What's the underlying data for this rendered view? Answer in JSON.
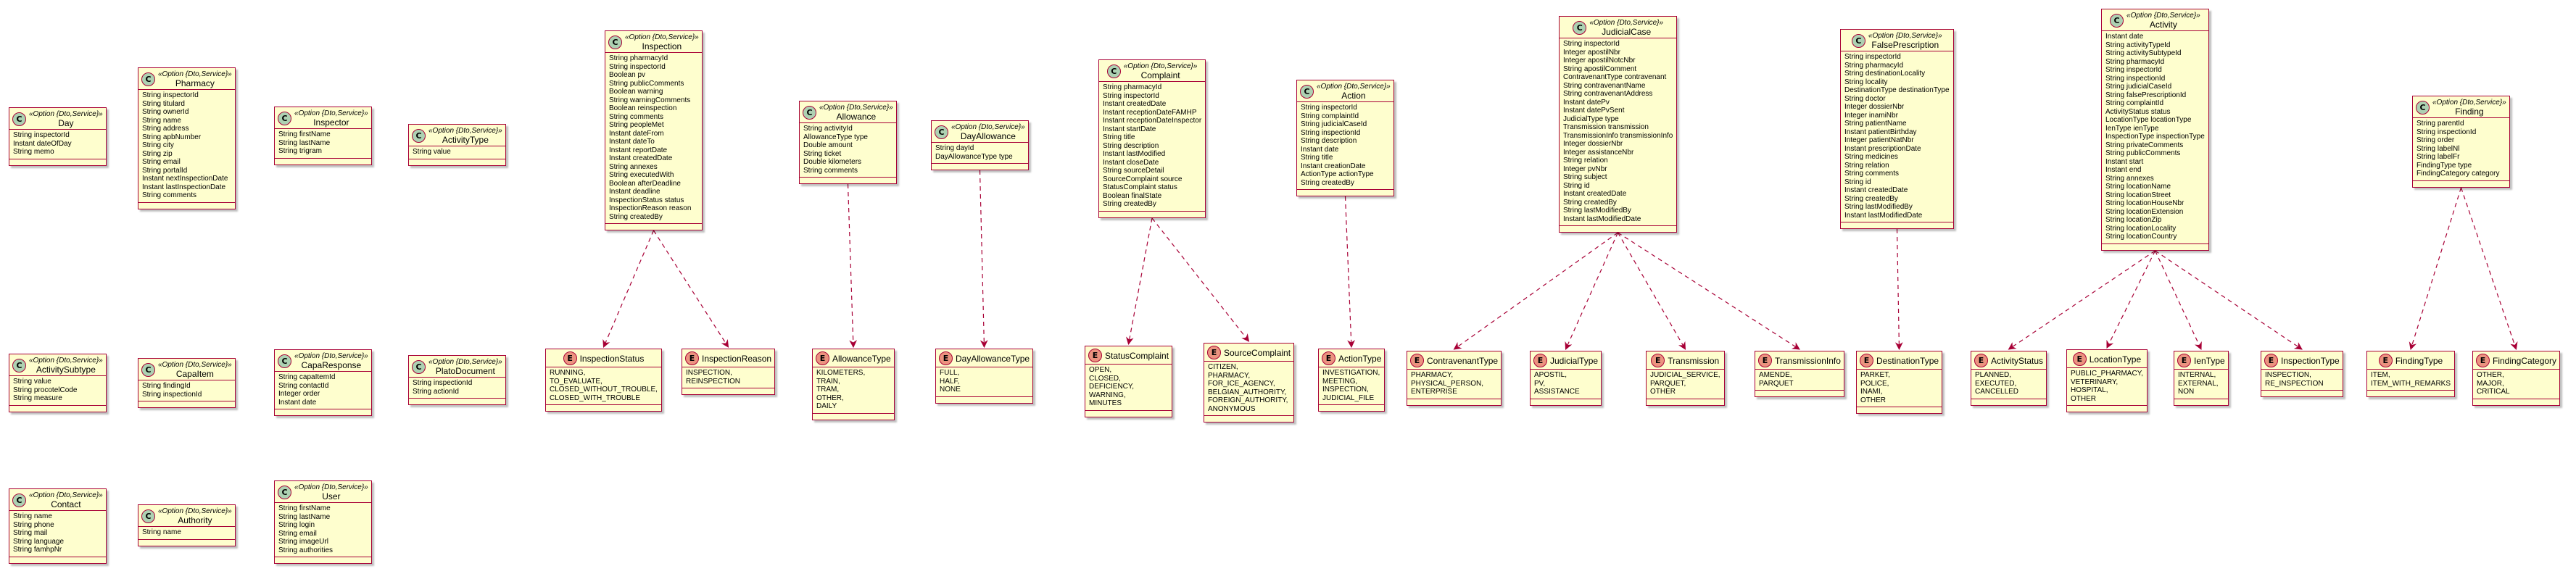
{
  "nodes": [
    {
      "id": "day",
      "type": "class",
      "stereotype": "«Option {Dto,Service}»",
      "name": "Day",
      "fields": [
        "String inspectorId",
        "Instant dateOfDay",
        "String memo"
      ]
    },
    {
      "id": "pharmacy",
      "type": "class",
      "stereotype": "«Option {Dto,Service}»",
      "name": "Pharmacy",
      "fields": [
        "String inspectorId",
        "String titulard",
        "String ownerId",
        "String name",
        "String address",
        "String apbNumber",
        "String city",
        "String zip",
        "String email",
        "String portalId",
        "Instant nextInspectionDate",
        "Instant lastInspectionDate",
        "String comments"
      ]
    },
    {
      "id": "inspector",
      "type": "class",
      "stereotype": "«Option {Dto,Service}»",
      "name": "Inspector",
      "fields": [
        "String firstName",
        "String lastName",
        "String trigram"
      ]
    },
    {
      "id": "activitytype",
      "type": "class",
      "stereotype": "«Option {Dto,Service}»",
      "name": "ActivityType",
      "fields": [
        "String value"
      ]
    },
    {
      "id": "inspection",
      "type": "class",
      "stereotype": "«Option {Dto,Service}»",
      "name": "Inspection",
      "fields": [
        "String pharmacyId",
        "String inspectorId",
        "Boolean pv",
        "String publicComments",
        "Boolean warning",
        "String warningComments",
        "Boolean reinspection",
        "String comments",
        "String peopleMet",
        "Instant dateFrom",
        "Instant dateTo",
        "Instant reportDate",
        "Instant createdDate",
        "String annexes",
        "String executedWith",
        "Boolean afterDeadline",
        "Instant deadline",
        "InspectionStatus status",
        "InspectionReason reason",
        "String createdBy"
      ]
    },
    {
      "id": "allowance",
      "type": "class",
      "stereotype": "«Option {Dto,Service}»",
      "name": "Allowance",
      "fields": [
        "String activityId",
        "AllowanceType type",
        "Double amount",
        "String ticket",
        "Double kilometers",
        "String comments"
      ]
    },
    {
      "id": "dayallowance",
      "type": "class",
      "stereotype": "«Option {Dto,Service}»",
      "name": "DayAllowance",
      "fields": [
        "String dayId",
        "DayAllowanceType type"
      ]
    },
    {
      "id": "complaint",
      "type": "class",
      "stereotype": "«Option {Dto,Service}»",
      "name": "Complaint",
      "fields": [
        "String pharmacyId",
        "String inspectorId",
        "Instant createdDate",
        "Instant receptionDateFAMHP",
        "Instant receptionDateInspector",
        "Instant startDate",
        "String title",
        "String description",
        "Instant lastModified",
        "Instant closeDate",
        "String sourceDetail",
        "SourceComplaint source",
        "StatusComplaint status",
        "Boolean finalState",
        "String createdBy"
      ]
    },
    {
      "id": "action",
      "type": "class",
      "stereotype": "«Option {Dto,Service}»",
      "name": "Action",
      "fields": [
        "String inspectorId",
        "String complaintId",
        "String judicialCaseId",
        "String inspectionId",
        "String description",
        "Instant date",
        "String title",
        "Instant creationDate",
        "ActionType actionType",
        "String createdBy"
      ]
    },
    {
      "id": "judicialcase",
      "type": "class",
      "stereotype": "«Option {Dto,Service}»",
      "name": "JudicialCase",
      "fields": [
        "String inspectorId",
        "Integer apostilNbr",
        "Integer apostilNotcNbr",
        "String apostilComment",
        "ContravenantType contravenant",
        "String contravenantName",
        "String contravenantAddress",
        "Instant datePv",
        "Instant datePvSent",
        "JudicialType type",
        "Transmission transmission",
        "TransmissionInfo transmissionInfo",
        "Integer dossierNbr",
        "Integer assistanceNbr",
        "String relation",
        "Integer pvNbr",
        "String subject",
        "String id",
        "Instant createdDate",
        "String createdBy",
        "String lastModifiedBy",
        "Instant lastModifiedDate"
      ]
    },
    {
      "id": "falseprescription",
      "type": "class",
      "stereotype": "«Option {Dto,Service}»",
      "name": "FalsePrescription",
      "fields": [
        "String inspectorId",
        "String pharmacyId",
        "String destinationLocality",
        "String locality",
        "DestinationType destinationType",
        "String doctor",
        "Integer dossierNbr",
        "Integer inamiNbr",
        "String patientName",
        "Instant patientBirthday",
        "Integer patientNatNbr",
        "Instant prescriptionDate",
        "String medicines",
        "String relation",
        "String comments",
        "String id",
        "Instant createdDate",
        "String createdBy",
        "String lastModifiedBy",
        "Instant lastModifiedDate"
      ]
    },
    {
      "id": "activity",
      "type": "class",
      "stereotype": "«Option {Dto,Service}»",
      "name": "Activity",
      "fields": [
        "Instant date",
        "String activityTypeId",
        "String activitySubtypeId",
        "String pharmacyId",
        "String inspectorId",
        "String inspectionId",
        "String judicialCaseId",
        "String falsePrescriptionId",
        "String complaintId",
        "ActivityStatus status",
        "LocationType locationType",
        "IenType ienType",
        "InspectionType inspectionType",
        "String privateComments",
        "String publicComments",
        "Instant start",
        "Instant end",
        "String annexes",
        "String locationName",
        "String locationStreet",
        "String locationHouseNbr",
        "String locationExtension",
        "String locationZip",
        "String locationLocality",
        "String locationCountry"
      ]
    },
    {
      "id": "finding",
      "type": "class",
      "stereotype": "«Option {Dto,Service}»",
      "name": "Finding",
      "fields": [
        "String parentId",
        "String inspectionId",
        "String order",
        "String labelNl",
        "String labelFr",
        "FindingType type",
        "FindingCategory category"
      ]
    },
    {
      "id": "activitysubtype",
      "type": "class",
      "stereotype": "«Option {Dto,Service}»",
      "name": "ActivitySubtype",
      "fields": [
        "String value",
        "String procotelCode",
        "String measure"
      ]
    },
    {
      "id": "capaitem",
      "type": "class",
      "stereotype": "«Option {Dto,Service}»",
      "name": "CapaItem",
      "fields": [
        "String findingId",
        "String inspectionId"
      ]
    },
    {
      "id": "caparesponse",
      "type": "class",
      "stereotype": "«Option {Dto,Service}»",
      "name": "CapaResponse",
      "fields": [
        "String capaItemId",
        "String contactId",
        "Integer order",
        "Instant date"
      ]
    },
    {
      "id": "platodocument",
      "type": "class",
      "stereotype": "«Option {Dto,Service}»",
      "name": "PlatoDocument",
      "fields": [
        "String inspectionId",
        "String actionId"
      ]
    },
    {
      "id": "inspectionstatus",
      "type": "enum",
      "name": "InspectionStatus",
      "fields": [
        "RUNNING,",
        "TO_EVALUATE,",
        "CLOSED_WITHOUT_TROUBLE,",
        "CLOSED_WITH_TROUBLE"
      ]
    },
    {
      "id": "inspectionreason",
      "type": "enum",
      "name": "InspectionReason",
      "fields": [
        "INSPECTION,",
        "REINSPECTION"
      ]
    },
    {
      "id": "allowancetype",
      "type": "enum",
      "name": "AllowanceType",
      "fields": [
        "KILOMETERS,",
        "TRAIN,",
        "TRAM,",
        "OTHER,",
        "DAILY"
      ]
    },
    {
      "id": "dayallowancetype",
      "type": "enum",
      "name": "DayAllowanceType",
      "fields": [
        "FULL,",
        "HALF,",
        "NONE"
      ]
    },
    {
      "id": "statuscomplaint",
      "type": "enum",
      "name": "StatusComplaint",
      "fields": [
        "OPEN,",
        "CLOSED,",
        "DEFICIENCY,",
        "WARNING,",
        "MINUTES"
      ]
    },
    {
      "id": "sourcecomplaint",
      "type": "enum",
      "name": "SourceComplaint",
      "fields": [
        "CITIZEN,",
        "PHARMACY,",
        "FOR_ICE_AGENCY,",
        "BELGIAN_AUTHORITY,",
        "FOREIGN_AUTHORITY,",
        "ANONYMOUS"
      ]
    },
    {
      "id": "actiontype",
      "type": "enum",
      "name": "ActionType",
      "fields": [
        "INVESTIGATION,",
        "MEETING,",
        "INSPECTION,",
        "JUDICIAL_FILE"
      ]
    },
    {
      "id": "contravenanttype",
      "type": "enum",
      "name": "ContravenantType",
      "fields": [
        "PHARMACY,",
        "PHYSICAL_PERSON,",
        "ENTERPRISE"
      ]
    },
    {
      "id": "judicialtype",
      "type": "enum",
      "name": "JudicialType",
      "fields": [
        "APOSTIL,",
        "PV,",
        "ASSISTANCE"
      ]
    },
    {
      "id": "transmission",
      "type": "enum",
      "name": "Transmission",
      "fields": [
        "JUDICIAL_SERVICE,",
        "PARQUET,",
        "OTHER"
      ]
    },
    {
      "id": "transmissioninfo",
      "type": "enum",
      "name": "TransmissionInfo",
      "fields": [
        "AMENDE,",
        "PARQUET"
      ]
    },
    {
      "id": "destinationtype",
      "type": "enum",
      "name": "DestinationType",
      "fields": [
        "PARKET,",
        "POLICE,",
        "INAMI,",
        "OTHER"
      ]
    },
    {
      "id": "activitystatus",
      "type": "enum",
      "name": "ActivityStatus",
      "fields": [
        "PLANNED,",
        "EXECUTED,",
        "CANCELLED"
      ]
    },
    {
      "id": "locationtype",
      "type": "enum",
      "name": "LocationType",
      "fields": [
        "PUBLIC_PHARMACY,",
        "VETERINARY,",
        "HOSPITAL,",
        "OTHER"
      ]
    },
    {
      "id": "ientype",
      "type": "enum",
      "name": "IenType",
      "fields": [
        "INTERNAL,",
        "EXTERNAL,",
        "NON"
      ]
    },
    {
      "id": "inspectiontype",
      "type": "enum",
      "name": "InspectionType",
      "fields": [
        "INSPECTION,",
        "RE_INSPECTION"
      ]
    },
    {
      "id": "findingtype",
      "type": "enum",
      "name": "FindingType",
      "fields": [
        "ITEM,",
        "ITEM_WITH_REMARKS"
      ]
    },
    {
      "id": "findingcategory",
      "type": "enum",
      "name": "FindingCategory",
      "fields": [
        "OTHER,",
        "MAJOR,",
        "CRITICAL"
      ]
    },
    {
      "id": "contact",
      "type": "class",
      "stereotype": "«Option {Dto,Service}»",
      "name": "Contact",
      "fields": [
        "String name",
        "String phone",
        "String mail",
        "String language",
        "String famhpNr"
      ]
    },
    {
      "id": "authority",
      "type": "class",
      "stereotype": "«Option {Dto,Service}»",
      "name": "Authority",
      "fields": [
        "String name"
      ]
    },
    {
      "id": "user",
      "type": "class",
      "stereotype": "«Option {Dto,Service}»",
      "name": "User",
      "fields": [
        "String firstName",
        "String lastName",
        "String login",
        "String email",
        "String imageUrl",
        "String authorities"
      ]
    }
  ],
  "edges": [
    [
      "inspection",
      "inspectionstatus"
    ],
    [
      "inspection",
      "inspectionreason"
    ],
    [
      "allowance",
      "allowancetype"
    ],
    [
      "dayallowance",
      "dayallowancetype"
    ],
    [
      "complaint",
      "statuscomplaint"
    ],
    [
      "complaint",
      "sourcecomplaint"
    ],
    [
      "action",
      "actiontype"
    ],
    [
      "judicialcase",
      "contravenanttype"
    ],
    [
      "judicialcase",
      "judicialtype"
    ],
    [
      "judicialcase",
      "transmission"
    ],
    [
      "judicialcase",
      "transmissioninfo"
    ],
    [
      "falseprescription",
      "destinationtype"
    ],
    [
      "activity",
      "activitystatus"
    ],
    [
      "activity",
      "locationtype"
    ],
    [
      "activity",
      "ientype"
    ],
    [
      "activity",
      "inspectiontype"
    ],
    [
      "finding",
      "findingtype"
    ],
    [
      "finding",
      "findingcategory"
    ]
  ],
  "colors": {
    "fill": "#fefece",
    "border": "#a80036",
    "class_circle": "#add1b2",
    "enum_circle": "#eb937f",
    "edge": "#a80036"
  }
}
